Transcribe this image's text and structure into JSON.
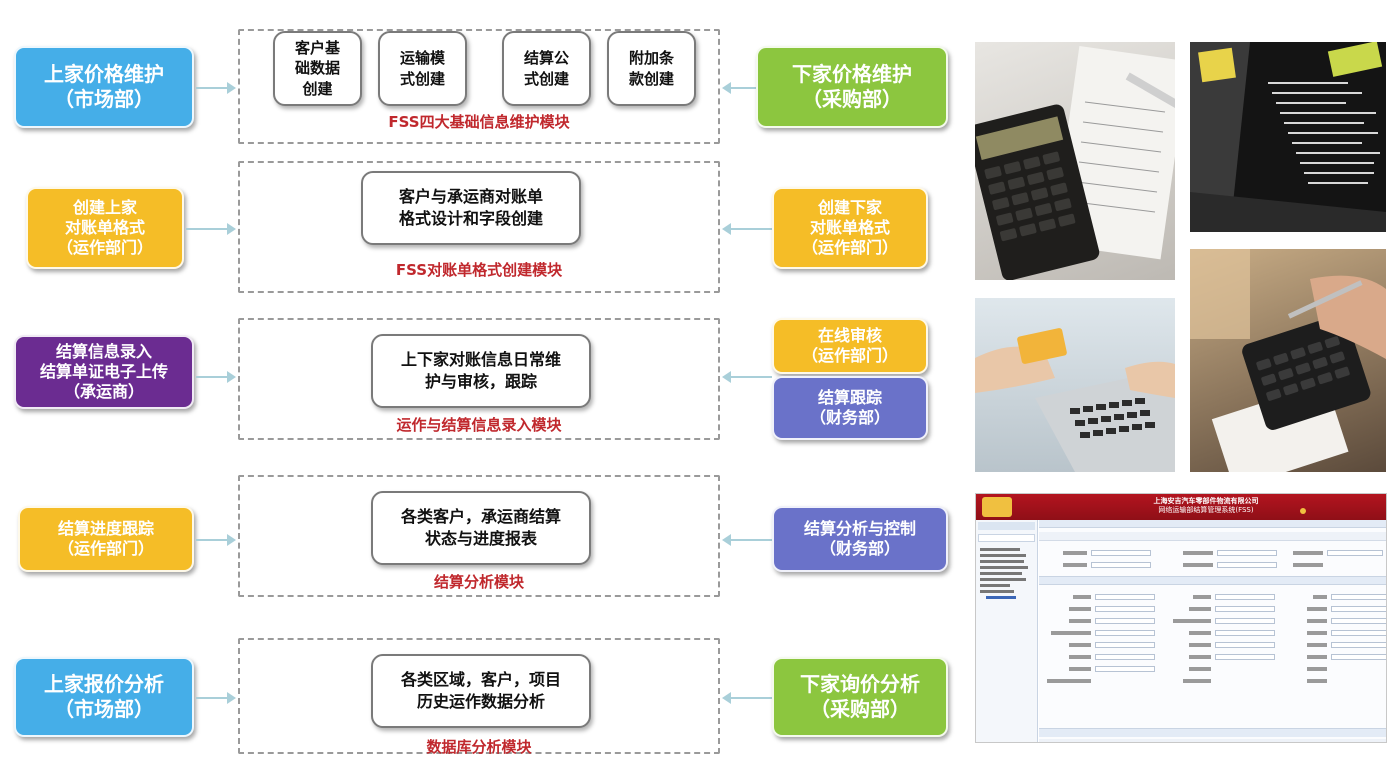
{
  "left_boxes": {
    "row1": [
      "上家价格维护",
      "（市场部）"
    ],
    "row2": [
      "创建上家",
      "对账单格式",
      "（运作部门）"
    ],
    "row3": [
      "结算信息录入",
      "结算单证电子上传",
      "（承运商）"
    ],
    "row4": [
      "结算进度跟踪",
      "（运作部门）"
    ],
    "row5": [
      "上家报价分析",
      "（市场部）"
    ]
  },
  "right_boxes": {
    "row1": [
      "下家价格维护",
      "（采购部）"
    ],
    "row2": [
      "创建下家",
      "对账单格式",
      "（运作部门）"
    ],
    "row3a": [
      "在线审核",
      "（运作部门）"
    ],
    "row3b": [
      "结算跟踪",
      "（财务部）"
    ],
    "row4": [
      "结算分析与控制",
      "（财务部）"
    ],
    "row5": [
      "下家询价分析",
      "（采购部）"
    ]
  },
  "modules": {
    "m1": {
      "cards": [
        [
          "客户基",
          "础数据",
          "创建"
        ],
        [
          "运输模",
          "式创建"
        ],
        [
          "结算公",
          "式创建"
        ],
        [
          "附加条",
          "款创建"
        ]
      ],
      "title": "FSS四大基础信息维护模块"
    },
    "m2": {
      "card": [
        "客户与承运商对账单",
        "格式设计和字段创建"
      ],
      "title": "FSS对账单格式创建模块"
    },
    "m3": {
      "card": [
        "上下家对账信息日常维",
        "护与审核，跟踪"
      ],
      "title": "运作与结算信息录入模块"
    },
    "m4": {
      "card": [
        "各类客户，承运商结算",
        "状态与进度报表"
      ],
      "title": "结算分析模块"
    },
    "m5": {
      "card": [
        "各类区域，客户，项目",
        "历史运作数据分析"
      ],
      "title": "数据库分析模块"
    }
  },
  "screenshot": {
    "company": "上海安吉汽车零部件物流有限公司",
    "system": "网络运输部结算管理系统(FSS)"
  },
  "colors": {
    "blue": "#45aee8",
    "green": "#8cc63f",
    "yellow": "#f5bd27",
    "purple": "#6b2c91",
    "violet": "#6a72c9",
    "module_title": "#c0282d"
  }
}
